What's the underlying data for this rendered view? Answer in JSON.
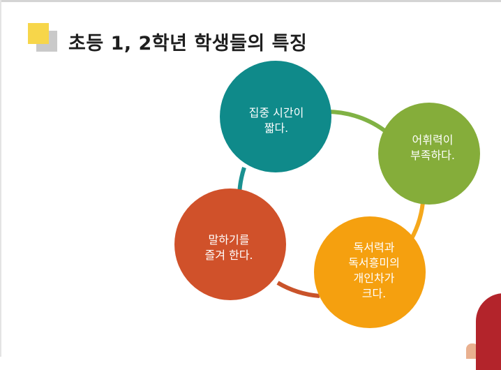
{
  "slide": {
    "title": "초등 1, 2학년 학생들의 특징",
    "accent_color": "#f7d64a"
  },
  "cycle": {
    "ring_colors": [
      "#80b244",
      "#f5a81c",
      "#c9532a",
      "#1a9191"
    ],
    "nodes": [
      {
        "text": "집중 시간이\n짧다.",
        "color": "#0f8a8a"
      },
      {
        "text": "어휘력이\n부족하다.",
        "color": "#85ad3a"
      },
      {
        "text": "독서력과\n독서흥미의\n개인차가\n크다.",
        "color": "#f5a00f"
      },
      {
        "text": "말하기를\n즐겨 한다.",
        "color": "#d0512a"
      }
    ]
  }
}
